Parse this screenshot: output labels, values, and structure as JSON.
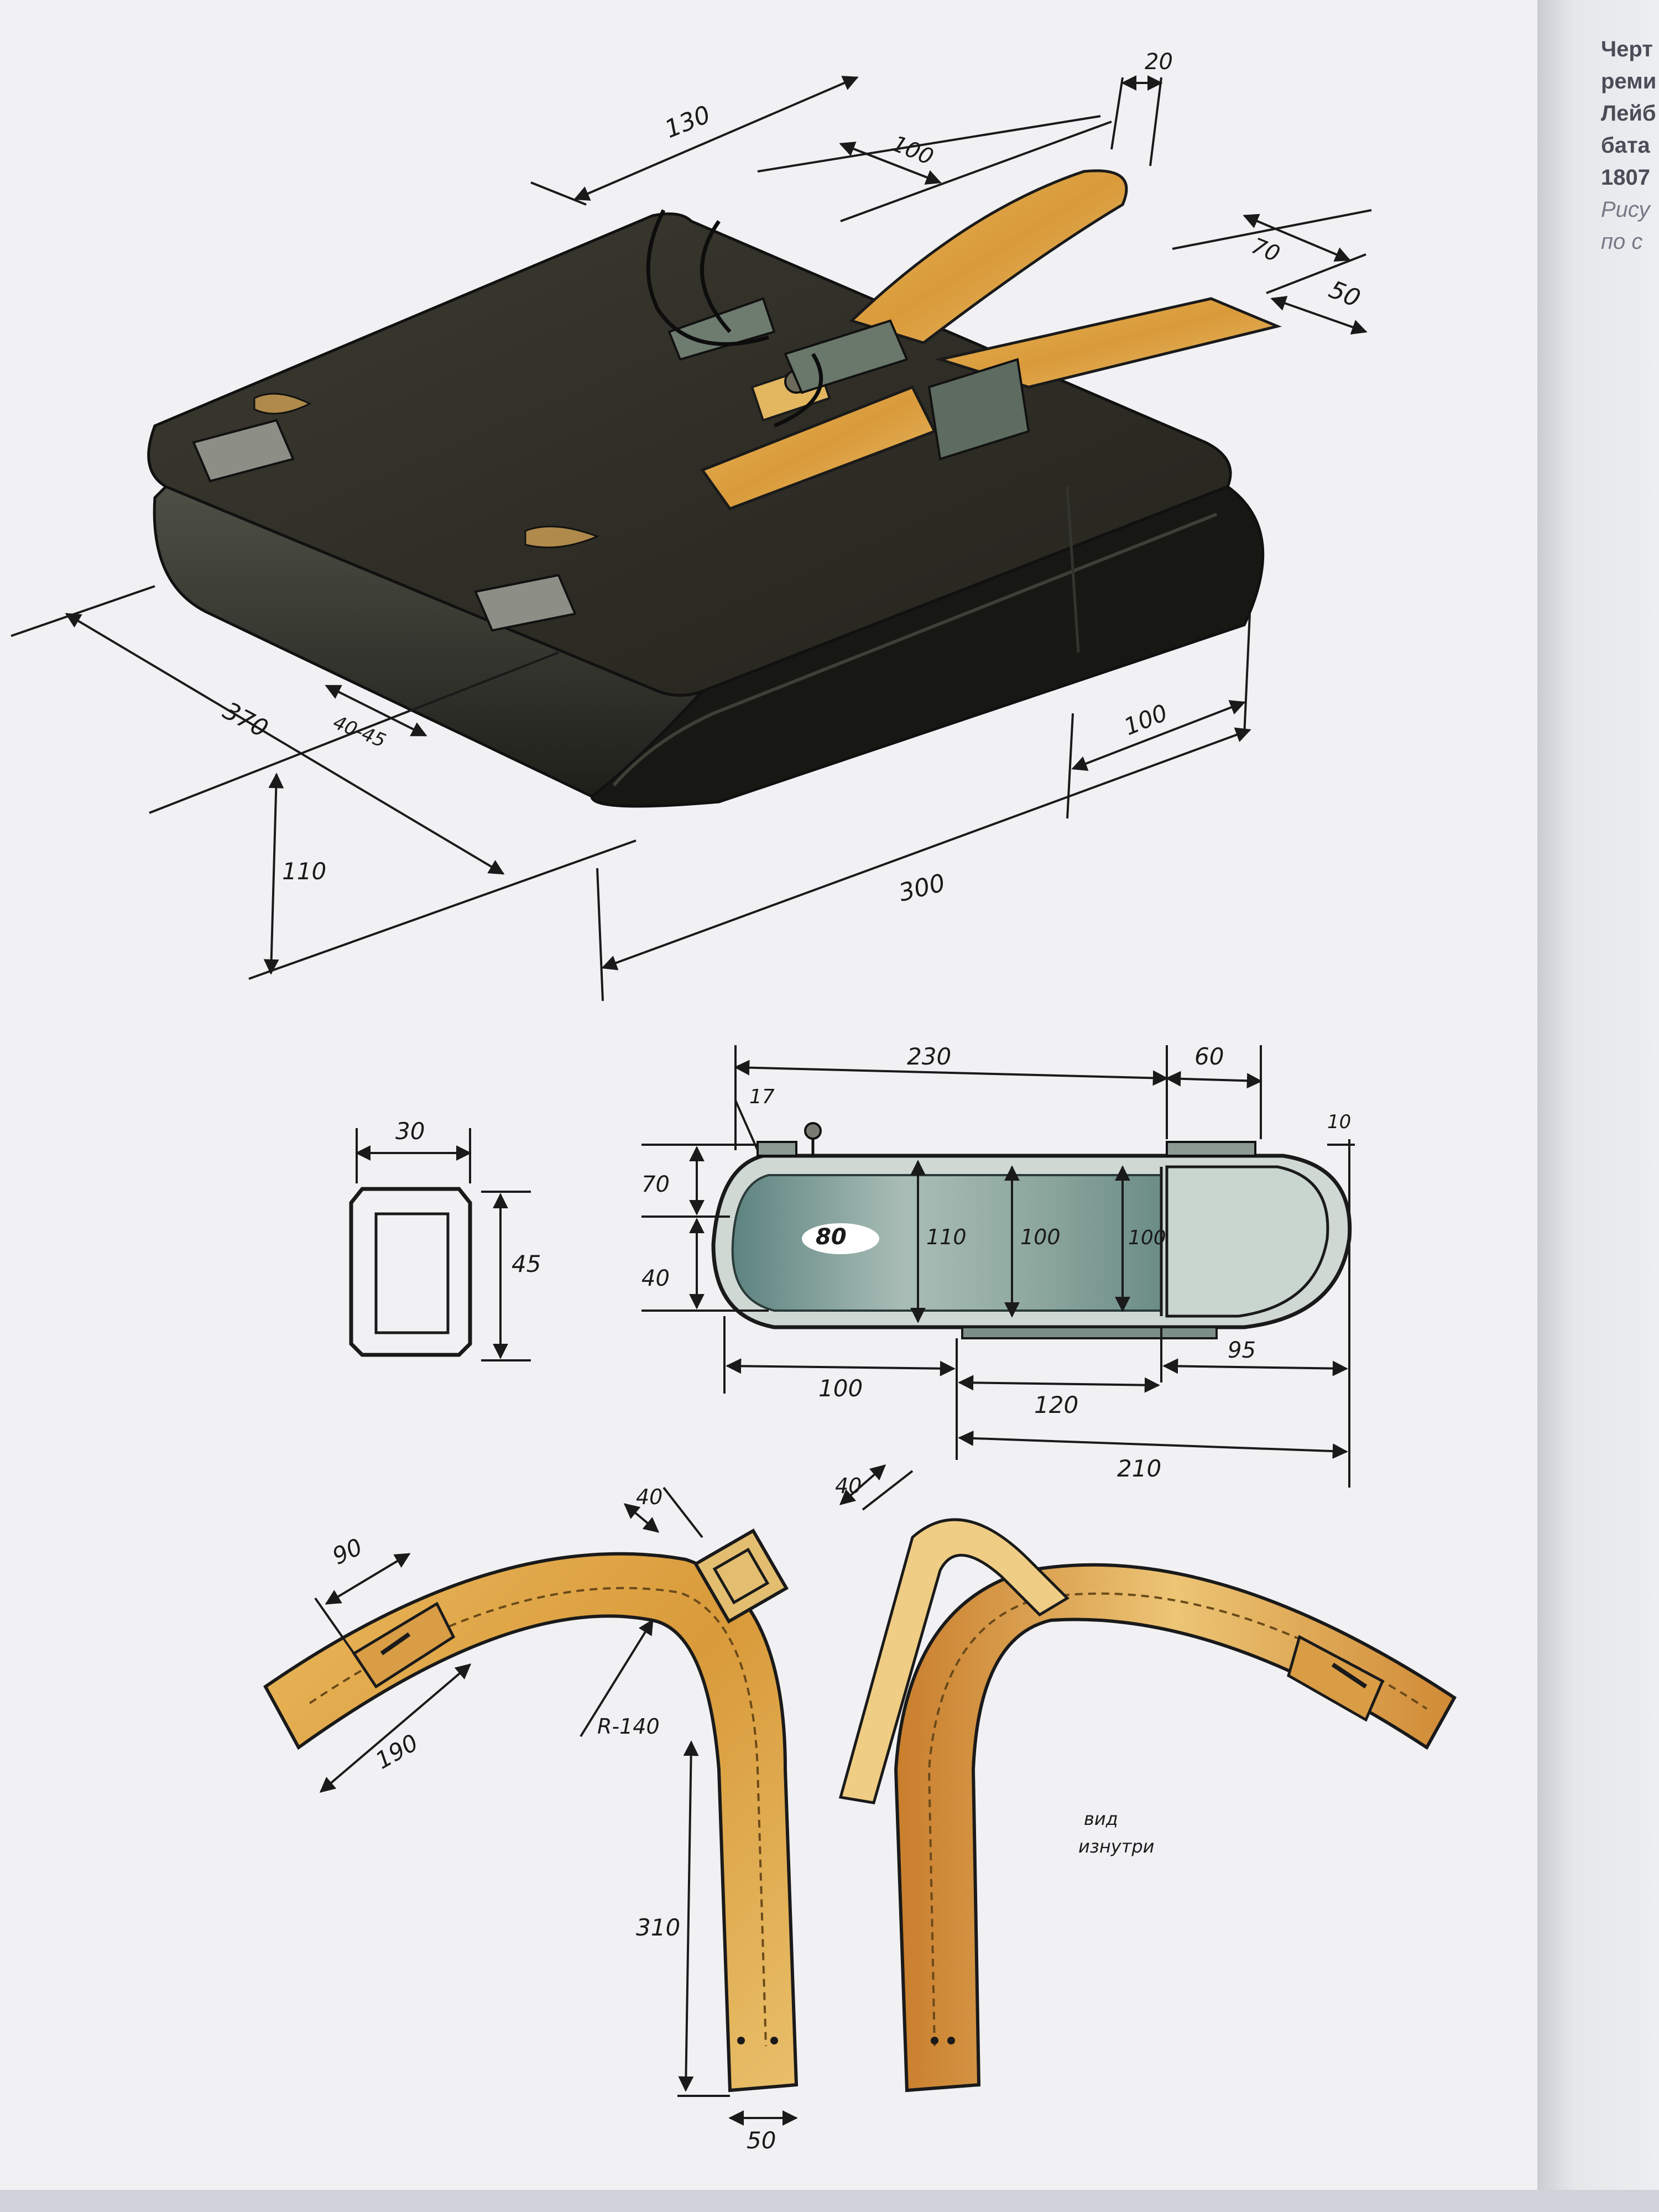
{
  "caption": {
    "lines": [
      "Черт",
      "реми",
      "Лейб",
      "бата",
      "1807"
    ],
    "italic_lines": [
      "Рису",
      "по с"
    ]
  },
  "dimensions": {
    "d130": "130",
    "d100a": "100",
    "d20": "20",
    "d70a": "70",
    "d50a": "50",
    "d370": "370",
    "d40_45": "40-45",
    "d110a": "110",
    "d100b": "100",
    "d300": "300",
    "d30": "30",
    "d45": "45",
    "d230": "230",
    "d60": "60",
    "d17": "17",
    "d10": "10",
    "d70b": "70",
    "d40a": "40",
    "d80": "80",
    "d110b": "110",
    "d100c": "100",
    "d100d": "100",
    "d100e": "100",
    "d120": "120",
    "d95": "95",
    "d210": "210",
    "d40b": "40",
    "d90": "90",
    "d190": "190",
    "dR140": "R-140",
    "d40c": "40",
    "d310": "310",
    "d50b": "50"
  },
  "notes": {
    "view_inside": [
      "вид",
      "изнутри"
    ]
  },
  "colors": {
    "paper": "#f1f1f3",
    "leather_black": "#2b2a22",
    "strap_tan": "#e3b15a",
    "strap_rust": "#c77a2a",
    "lining_teal": "#7f9b96"
  }
}
